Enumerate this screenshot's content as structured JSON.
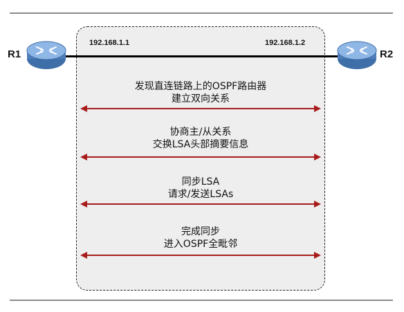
{
  "routers": {
    "r1": {
      "label": "R1",
      "ip": "192.168.1.1"
    },
    "r2": {
      "label": "R2",
      "ip": "192.168.1.2"
    }
  },
  "steps": [
    {
      "line1": "发现直连链路上的OSPF路由器",
      "line2": "建立双向关系"
    },
    {
      "line1": "协商主/从关系",
      "line2": "交换LSA头部摘要信息"
    },
    {
      "line1": "同步LSA",
      "line2": "请求/发送LSAs"
    },
    {
      "line1": "完成同步",
      "line2": "进入OSPF全毗邻"
    }
  ],
  "colors": {
    "arrow": "#a81c1c",
    "link": "#000000",
    "router_body": "#5e8ec7",
    "router_top": "#8fb7e6"
  },
  "icons": {
    "router": "router-icon"
  }
}
